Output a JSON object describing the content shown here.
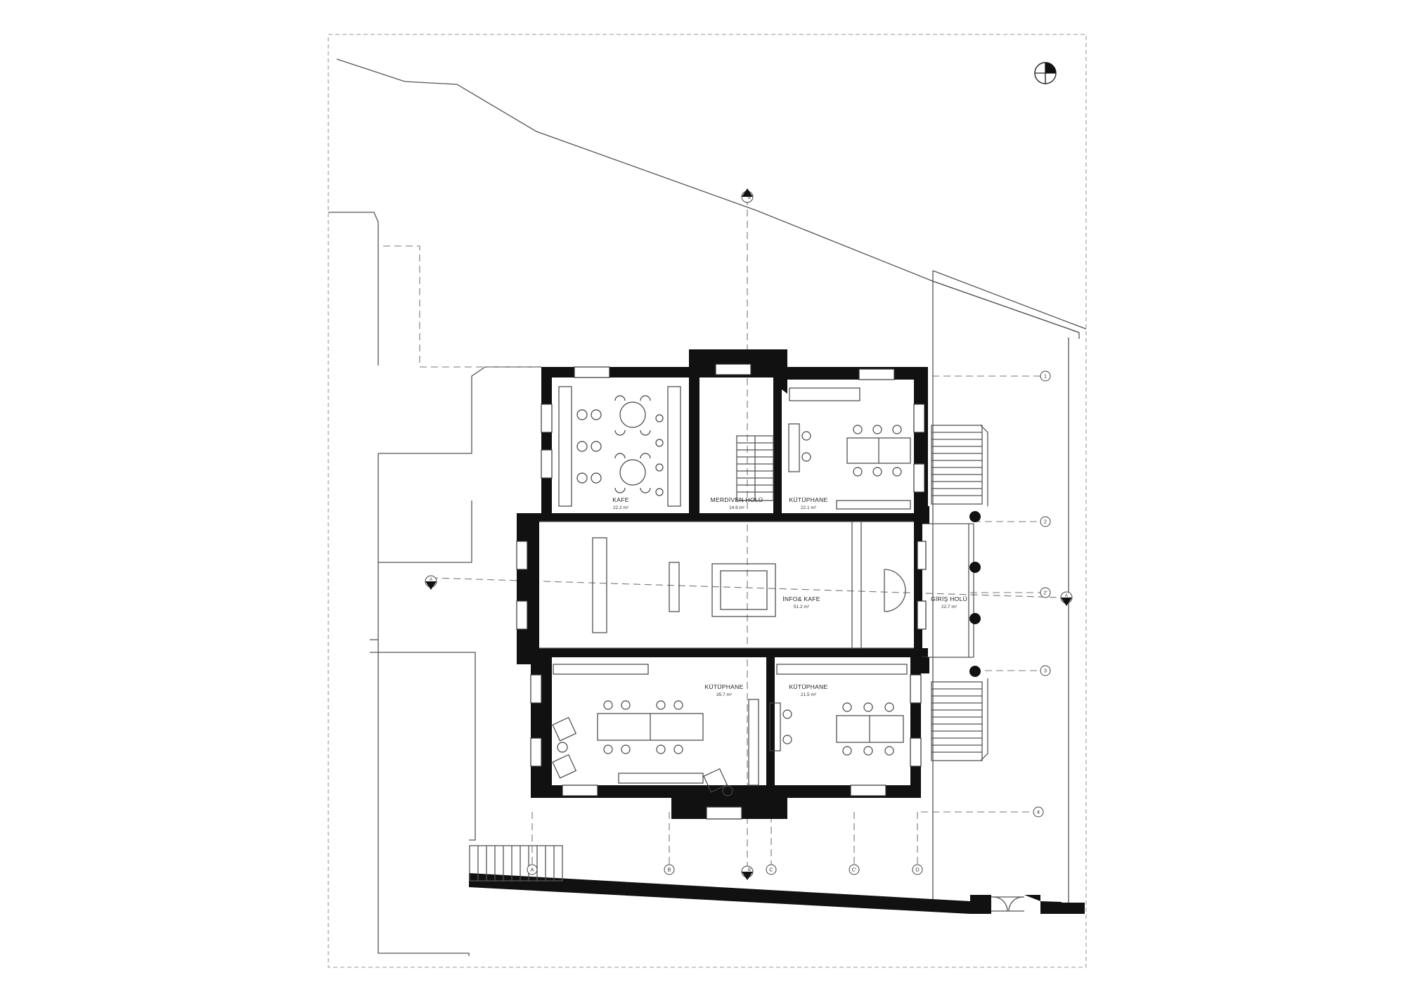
{
  "rooms": [
    {
      "id": "kafe",
      "name": "KAFE",
      "area": "22.2 m²"
    },
    {
      "id": "merdiven",
      "name": "MERDİVEN HOLÜ",
      "area": "14.9 m²"
    },
    {
      "id": "kutuphane-ne",
      "name": "KÜTÜPHANE",
      "area": "22.1 m²"
    },
    {
      "id": "info",
      "name": "İNFO& KAFE",
      "area": "51.2 m²"
    },
    {
      "id": "giris",
      "name": "GİRİŞ HOLÜ",
      "area": "22.7 m²"
    },
    {
      "id": "kutuphane-sw",
      "name": "KÜTÜPHANE",
      "area": "35.7 m²"
    },
    {
      "id": "kutuphane-se",
      "name": "KÜTÜPHANE",
      "area": "21.5 m²"
    }
  ],
  "grid_rows": [
    "1",
    "2",
    "2'",
    "3",
    "4"
  ],
  "grid_columns": [
    "A",
    "B",
    "C",
    "C'",
    "D"
  ],
  "section_markers": [
    "B",
    "B",
    "A",
    "A"
  ],
  "north_arrow": "north-arrow-icon"
}
